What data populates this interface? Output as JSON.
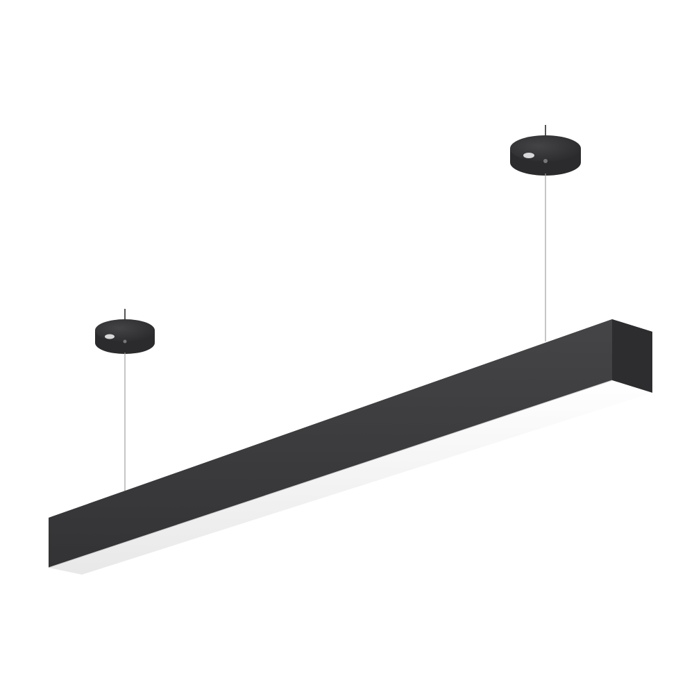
{
  "image": {
    "subject": "linear-pendant-light",
    "colors": {
      "background": "#ffffff",
      "housing_front": "#3b3b3d",
      "housing_top": "#444446",
      "housing_end": "#2c2c2e",
      "diffuser": "#f7f7f7",
      "diffuser_shadow": "#dcdcdc",
      "canopy": "#2e2e30",
      "canopy_top": "#3a3a3c",
      "cable": "#9a9a9a"
    },
    "components": [
      {
        "name": "ceiling-canopy-left",
        "count": 1
      },
      {
        "name": "ceiling-canopy-right",
        "count": 1
      },
      {
        "name": "suspension-cable",
        "count": 2
      },
      {
        "name": "led-linear-housing",
        "count": 1
      },
      {
        "name": "opal-diffuser",
        "count": 1
      }
    ]
  }
}
